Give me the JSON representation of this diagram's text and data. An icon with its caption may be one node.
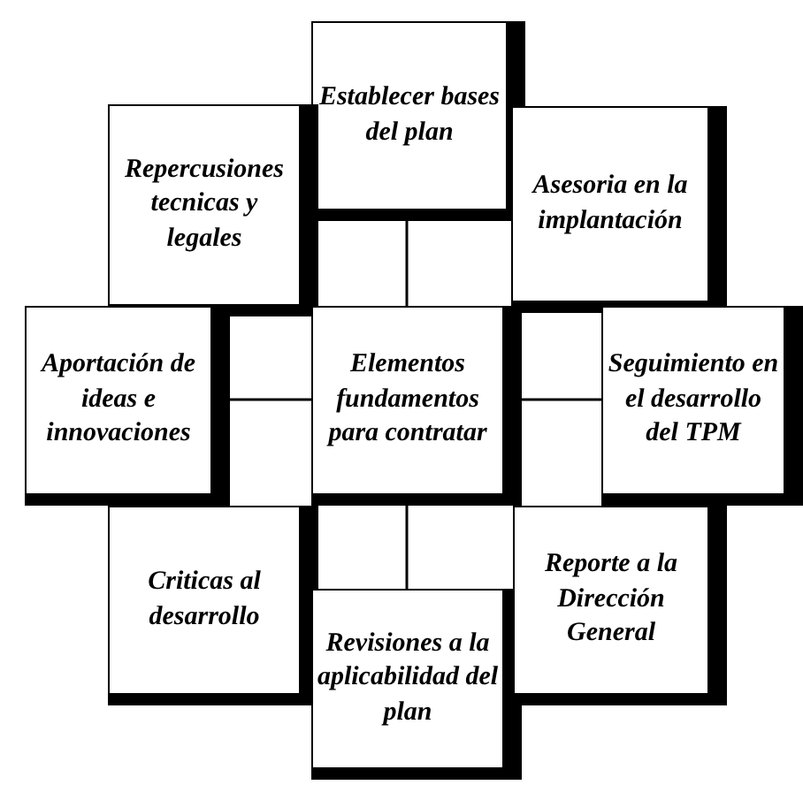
{
  "diagram": {
    "nodes": [
      {
        "text": [
          "Establecer bases del plan"
        ]
      },
      {
        "text": [
          "Repercusiones tecnicas y legales"
        ]
      },
      {
        "text": [
          "Asesoria en la implantación"
        ]
      },
      {
        "text": [
          "Aportación de ideas e innovaciones"
        ]
      },
      {
        "text": [
          "Elementos fundamentos para contratar"
        ]
      },
      {
        "text": [
          "Seguimiento en el desarrollo del TPM"
        ]
      },
      {
        "text": [
          "Criticas al desarrollo"
        ]
      },
      {
        "text": [
          "Revisiones a la aplicabilidad del plan"
        ]
      },
      {
        "text": [
          "Reporte a la Dirección General"
        ]
      }
    ],
    "edges": [
      {
        "from": 4,
        "to": 0,
        "arrow": "none"
      },
      {
        "from": 4,
        "to": 3,
        "arrow": "none"
      },
      {
        "from": 4,
        "to": 5,
        "arrow": "none"
      },
      {
        "from": 4,
        "to": 7,
        "arrow": "none"
      }
    ]
  }
}
